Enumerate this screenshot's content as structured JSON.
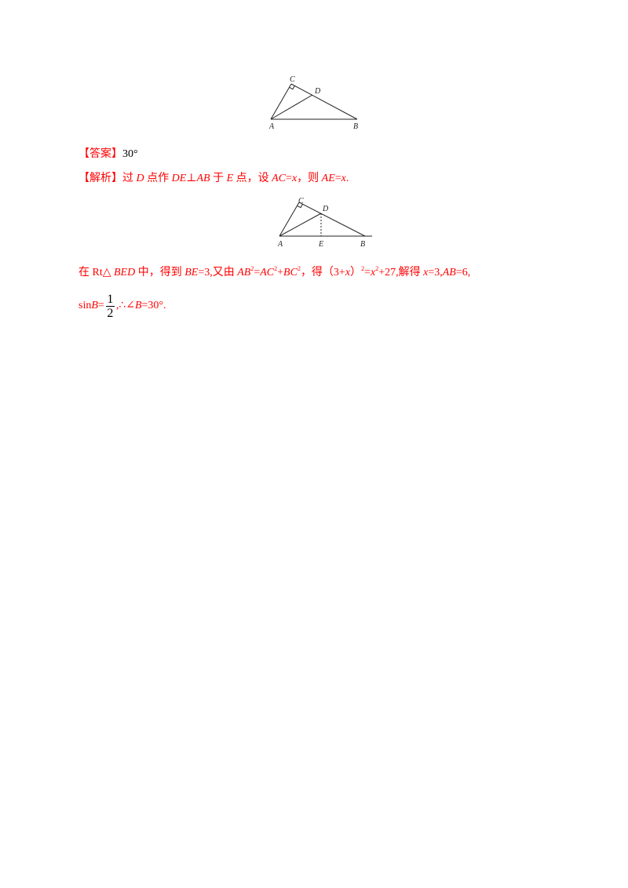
{
  "figure_top": {
    "labels": {
      "c": "C",
      "d": "D",
      "a": "A",
      "b": "B"
    }
  },
  "answer": {
    "label": "【答案】",
    "value": "30°"
  },
  "analysis": {
    "label": "【解析】",
    "line1": [
      "过 ",
      "D",
      " 点作 ",
      "DE",
      "⊥",
      "AB",
      " 于 ",
      "E",
      " 点，设 ",
      "AC",
      "=",
      "x",
      "，则 ",
      "AE",
      "=",
      "x",
      "."
    ],
    "line2": [
      "在 Rt△ ",
      "BED",
      " 中，得到 ",
      "BE",
      "=3,又由 ",
      "AB",
      "2",
      "=",
      "AC",
      "2",
      "+",
      "BC",
      "2",
      "，得（3+",
      "x",
      "）",
      "2",
      "=",
      "x",
      "2",
      "+27,解得 ",
      "x",
      "=3,",
      "AB",
      "=6,"
    ],
    "line3": {
      "runs": [
        "sin",
        "B",
        "=",
        ",∴∠",
        "B",
        "=30°."
      ],
      "fraction": {
        "numerator": "1",
        "denominator": "2"
      }
    }
  },
  "figure_bottom": {
    "labels": {
      "c": "C",
      "d": "D",
      "a": "A",
      "e": "E",
      "b": "B"
    }
  }
}
